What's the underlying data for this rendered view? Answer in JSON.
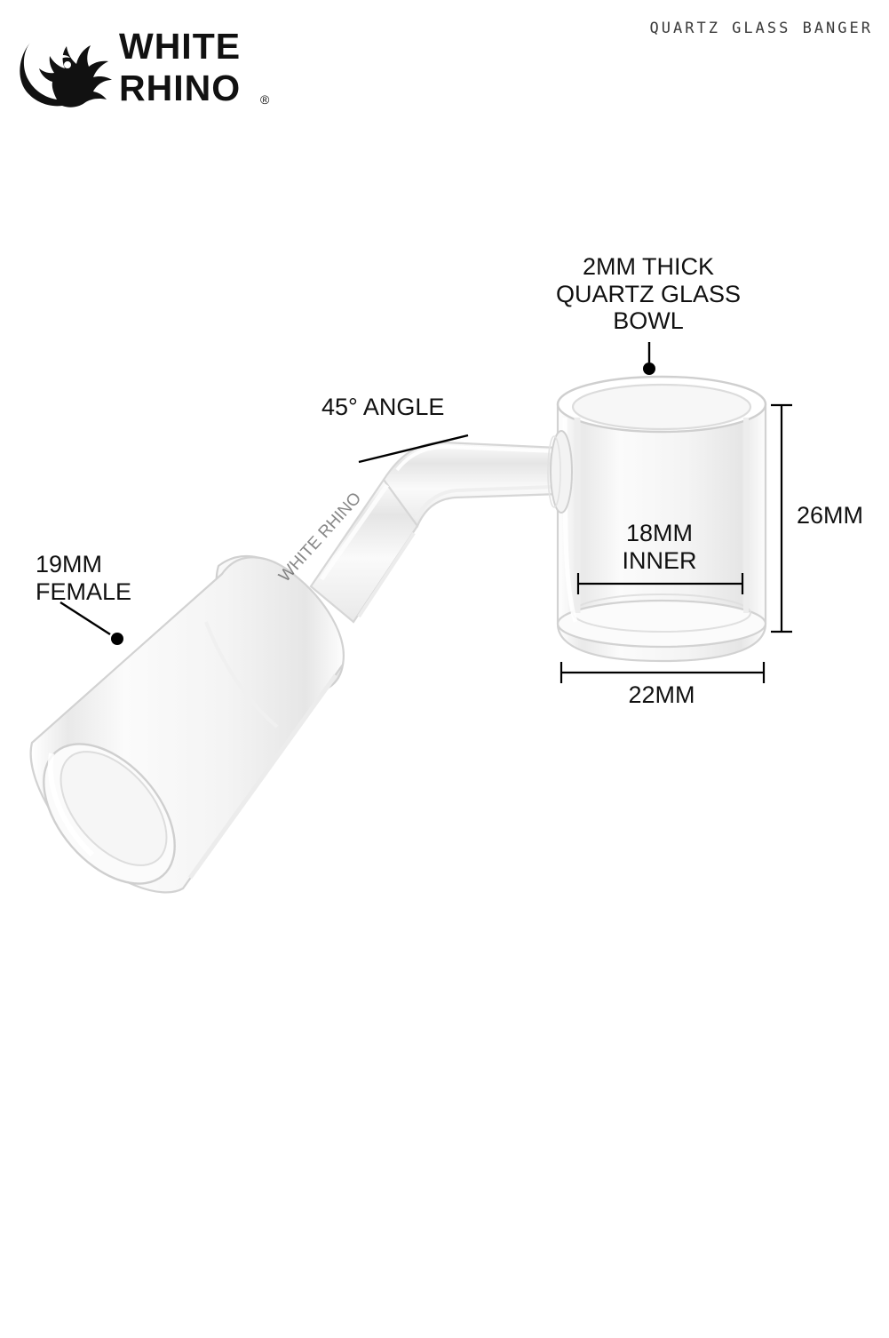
{
  "header": {
    "brand_line1": "WHITE",
    "brand_line2": "RHINO",
    "brand_registered": "®",
    "title": "QUARTZ GLASS BANGER"
  },
  "product": {
    "name": "Quartz Glass Banger",
    "engraving_text": "WHITE RHINO"
  },
  "callouts": [
    {
      "id": "bowl",
      "text": "2MM THICK\nQUARTZ GLASS\nBOWL"
    },
    {
      "id": "angle",
      "text": "45° ANGLE"
    },
    {
      "id": "female",
      "text": "19MM\nFEMALE"
    }
  ],
  "dimensions": {
    "height": "26MM",
    "outer_diameter": "22MM",
    "inner_diameter": "18MM\nINNER"
  },
  "colors": {
    "background": "#ffffff",
    "text": "#111111",
    "header_text": "#3a3a3a",
    "glass_outline": "#d8d8d8",
    "glass_highlight": "#f2f2f2",
    "leader_line": "#000000"
  }
}
